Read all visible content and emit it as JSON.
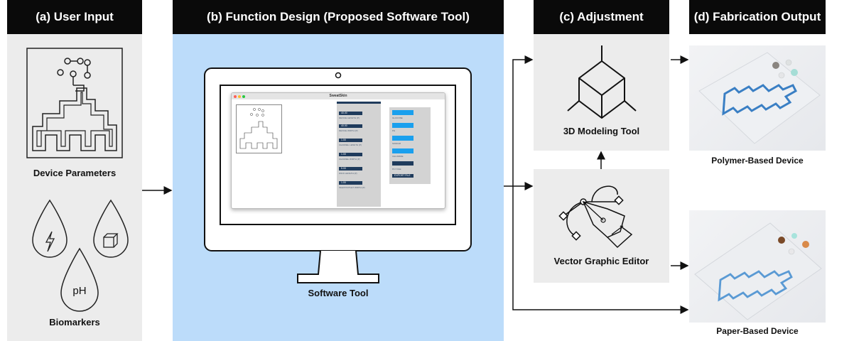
{
  "panels": {
    "a": {
      "header": "(a) User Input",
      "device_label": "Device Parameters",
      "biomarker_label": "Biomarkers",
      "ph_text": "pH"
    },
    "b": {
      "header": "(b) Function Design (Proposed Software Tool)",
      "software_label": "Software Tool",
      "app_title": "SweatSkin",
      "left_buttons": [
        {
          "value": "40.00",
          "caption": "DEVICE LENGTH (P)"
        },
        {
          "value": "40.00",
          "caption": "DEVICE WIDTH (P)"
        },
        {
          "value": "1.00",
          "caption": "CHANNEL LENGTH (P)"
        },
        {
          "value": "1.00",
          "caption": "CHANNEL WIDTH (P)"
        },
        {
          "value": "5.00",
          "caption": "WICK LENGTH (P)"
        },
        {
          "value": "1.00",
          "caption": "INLET/OUTLET WIDTH (P)"
        }
      ],
      "right_items": [
        "GLUCOSE",
        "PH",
        "SODIUM",
        "CHLORIDE"
      ],
      "right_buttons": [
        "PLY FILE",
        "EXPORT FILE"
      ]
    },
    "c": {
      "header": "(c) Adjustment",
      "modeling_label": "3D Modeling Tool",
      "vector_label": "Vector Graphic Editor"
    },
    "d": {
      "header": "(d) Fabrication Output",
      "polymer_label": "Polymer-Based Device",
      "paper_label": "Paper-Based Device"
    }
  },
  "colors": {
    "header_bg": "#0a0a0a",
    "panel_a_bg": "#ececec",
    "panel_b_bg": "#bcdcfa",
    "panel_c_bg": "#ececec",
    "ui_dark": "#1f3b5c",
    "ui_blue": "#1aa0ee",
    "channel_blue": "#3a7fc4"
  }
}
